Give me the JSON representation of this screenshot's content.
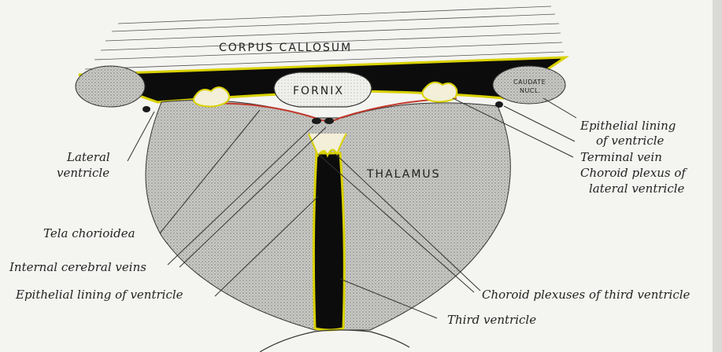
{
  "structures": {
    "corpus_callosum": "CORPUS CALLOSUM",
    "fornix": "FORNIX",
    "caudate_line1": "CAUDATE",
    "caudate_line2": "NUCL.",
    "thalamus": "THALAMUS"
  },
  "labels": {
    "epithelial_lining_right_1": "Epithelial lining",
    "epithelial_lining_right_2": "of ventricle",
    "terminal_vein": "Terminal vein",
    "choroid_plexus_lateral_1": "Choroid plexus of",
    "choroid_plexus_lateral_2": "lateral ventricle",
    "lateral_ventricle_1": "Lateral",
    "lateral_ventricle_2": "ventricle",
    "tela_chorioidea": "Tela chorioidea",
    "internal_cerebral_veins": "Internal cerebral veins",
    "epithelial_lining_bottom": "Epithelial lining of ventricle",
    "choroid_plexuses_third": "Choroid plexuses of third ventricle",
    "third_ventricle": "Third ventricle"
  },
  "colors": {
    "cavity": "#0c0c0c",
    "epithelium": "#d9d200",
    "tela": "#c0392b",
    "stipple": "#b8b8b4",
    "background": "#f4f4f1"
  }
}
